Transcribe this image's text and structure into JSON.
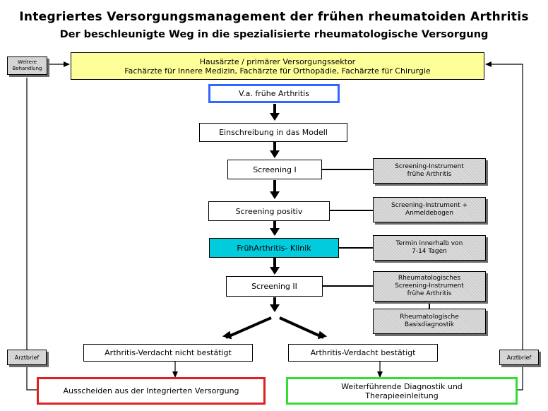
{
  "title": "Integriertes Versorgungsmanagement der frühen rheumatoiden Arthritis",
  "subtitle": "Der beschleunigte Weg in die spezialisierte rheumatologische Versorgung",
  "top_box": {
    "line1": "Hausärzte / primärer Versorgungssektor",
    "line2": "Fachärzte für Innere Medizin, Fachärzte für Orthopädie, Fachärzte für Chirurgie"
  },
  "left_top_box": {
    "line1": "Weitere",
    "line2": "Behandlung"
  },
  "flow": {
    "va_arthritis": "V.a. frühe Arthritis",
    "einschreibung": "Einschreibung in das Modell",
    "screening1": "Screening I",
    "screening_positiv": "Screening positiv",
    "klinik": "FrühArthritis- Klinik",
    "screening2": "Screening II",
    "not_confirmed": "Arthritis-Verdacht nicht bestätigt",
    "confirmed": "Arthritis-Verdacht bestätigt",
    "ausscheiden": "Ausscheiden aus der Integrierten Versorgung",
    "weiterfuehrend_line1": "Weiterführende Diagnostik und",
    "weiterfuehrend_line2": "Therapieeinleitung"
  },
  "side_notes": {
    "note1_line1": "Screening-Instrument",
    "note1_line2": "frühe Arthritis",
    "note2_line1": "Screening-Instrument +",
    "note2_line2": "Anmeldebogen",
    "note3_line1": "Termin innerhalb von",
    "note3_line2": "7-14 Tagen",
    "note4_line1": "Rheumatologisches",
    "note4_line2": "Screening-Instrument",
    "note4_line3": "frühe Arthritis",
    "note5_line1": "Rheumatologische",
    "note5_line2": "Basisdiagnostik"
  },
  "arztbrief_left": "Arztbrief",
  "arztbrief_right": "Arztbrief",
  "colors": {
    "top_box_fill": "#ffff99",
    "va_border": "#3366ff",
    "klinik_fill": "#00ccdd",
    "exit_border": "#e02020",
    "continue_border": "#33dd33"
  }
}
